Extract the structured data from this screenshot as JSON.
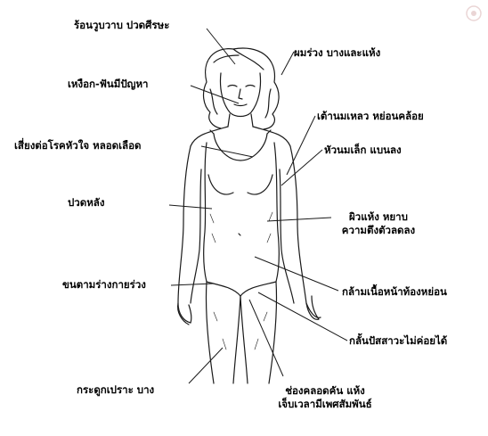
{
  "labels": {
    "hot_flash": "ร้อนวูบวาบ ปวดศีรษะ",
    "hair": "ผมร่วง บางและแห้ง",
    "gums": "เหงือก-ฟันมีปัญหา",
    "breast_sag": "เต้านมเหลว หย่อนคล้อย",
    "heart_risk": "เสี่ยงต่อโรคหัวใจ หลอดเลือด",
    "nipple": "หัวนมเล็ก แบนลง",
    "back_pain": "ปวดหลัง",
    "skin_line1": "ผิวแห้ง หยาบ",
    "skin_line2": "ความตึงตัวลดลง",
    "body_hair": "ขนตามร่างกายร่วง",
    "abdomen": "กล้ามเนื้อหน้าท้องหย่อน",
    "bladder": "กลั้นปัสสาวะไม่ค่อยได้",
    "bone": "กระดูกเปราะ บาง",
    "vagina_line1": "ช่องคลอดคัน แห้ง",
    "vagina_line2": "เจ็บเวลามีเพศสัมพันธ์"
  },
  "colors": {
    "line": "#1a1a1a",
    "text": "#000000",
    "background": "#ffffff"
  }
}
